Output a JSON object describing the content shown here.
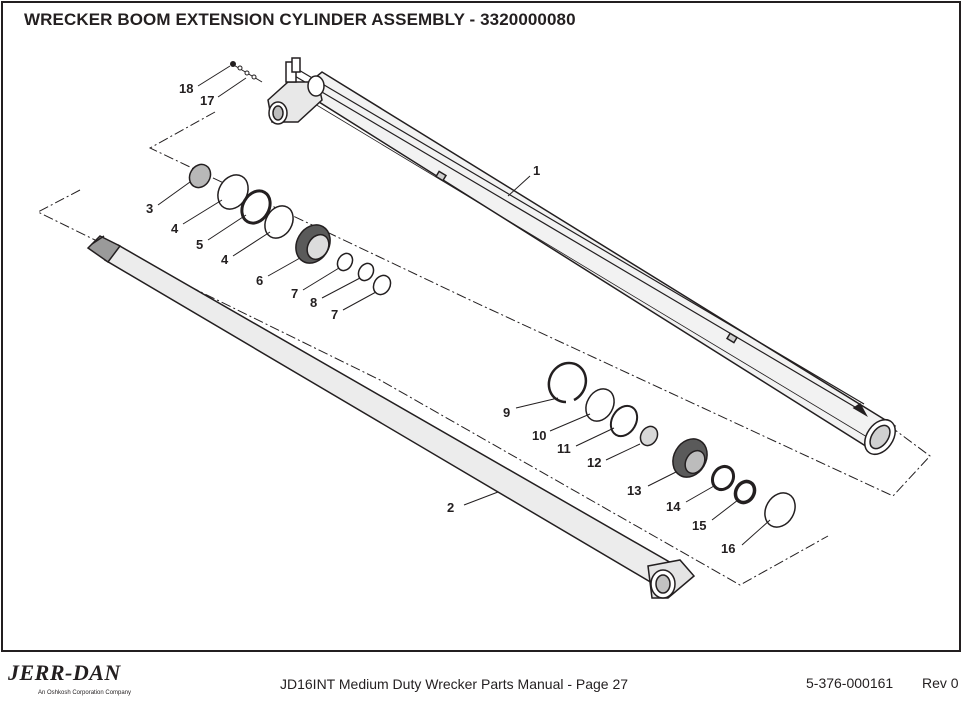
{
  "title": "WRECKER BOOM EXTENSION CYLINDER ASSEMBLY - 3320000080",
  "callouts": [
    {
      "id": "c1",
      "text": "1"
    },
    {
      "id": "c2",
      "text": "2"
    },
    {
      "id": "c3",
      "text": "3"
    },
    {
      "id": "c4a",
      "text": "4"
    },
    {
      "id": "c5",
      "text": "5"
    },
    {
      "id": "c4b",
      "text": "4"
    },
    {
      "id": "c6",
      "text": "6"
    },
    {
      "id": "c7a",
      "text": "7"
    },
    {
      "id": "c8",
      "text": "8"
    },
    {
      "id": "c7b",
      "text": "7"
    },
    {
      "id": "c9",
      "text": "9"
    },
    {
      "id": "c10",
      "text": "10"
    },
    {
      "id": "c11",
      "text": "11"
    },
    {
      "id": "c12",
      "text": "12"
    },
    {
      "id": "c13",
      "text": "13"
    },
    {
      "id": "c14",
      "text": "14"
    },
    {
      "id": "c15",
      "text": "15"
    },
    {
      "id": "c16",
      "text": "16"
    },
    {
      "id": "c17",
      "text": "17"
    },
    {
      "id": "c18",
      "text": "18"
    }
  ],
  "footer": {
    "brand": "JERR-DAN",
    "brand_sub": "An Oshkosh Corporation Company",
    "manual": "JD16INT Medium Duty Wrecker Parts Manual  -  Page 27",
    "doc_number": "5-376-000161",
    "revision": "Rev 0"
  }
}
